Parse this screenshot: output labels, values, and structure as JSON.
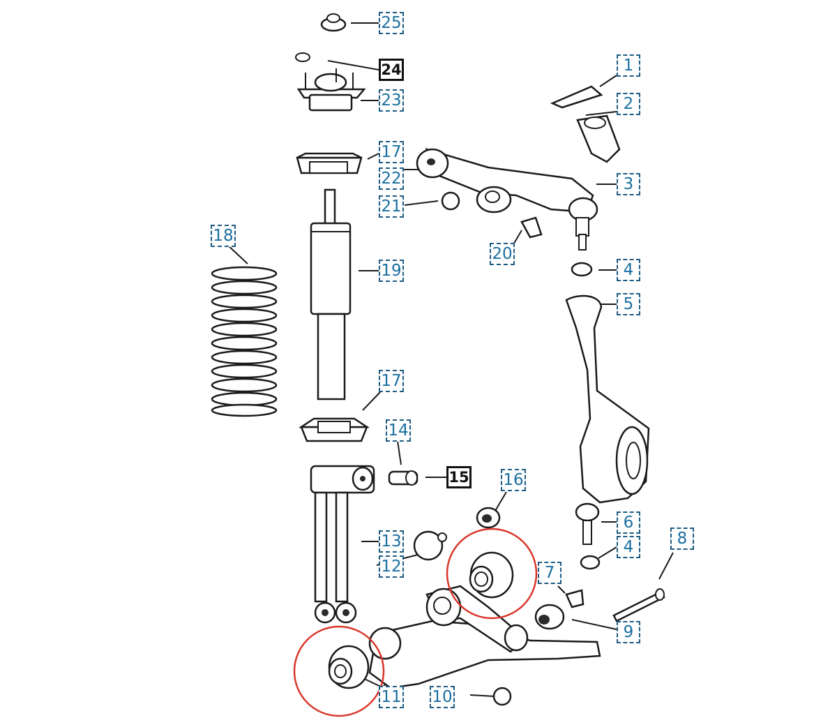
{
  "highlight_color": "#d9362a",
  "callout_color": "#1a6fa0",
  "callouts": [
    {
      "id": "1",
      "label": "1"
    },
    {
      "id": "2",
      "label": "2"
    },
    {
      "id": "3",
      "label": "3"
    },
    {
      "id": "4a",
      "label": "4"
    },
    {
      "id": "4b",
      "label": "4"
    },
    {
      "id": "5",
      "label": "5"
    },
    {
      "id": "6",
      "label": "6"
    },
    {
      "id": "7",
      "label": "7"
    },
    {
      "id": "8",
      "label": "8"
    },
    {
      "id": "9",
      "label": "9"
    },
    {
      "id": "10",
      "label": "10"
    },
    {
      "id": "11",
      "label": "11"
    },
    {
      "id": "12",
      "label": "12"
    },
    {
      "id": "13",
      "label": "13"
    },
    {
      "id": "14",
      "label": "14"
    },
    {
      "id": "15",
      "label": "15"
    },
    {
      "id": "16",
      "label": "16"
    },
    {
      "id": "17a",
      "label": "17"
    },
    {
      "id": "17b",
      "label": "17"
    },
    {
      "id": "18",
      "label": "18"
    },
    {
      "id": "19",
      "label": "19"
    },
    {
      "id": "20",
      "label": "20"
    },
    {
      "id": "21",
      "label": "21"
    },
    {
      "id": "22",
      "label": "22"
    },
    {
      "id": "23",
      "label": "23"
    },
    {
      "id": "24",
      "label": "24"
    },
    {
      "id": "25",
      "label": "25"
    }
  ]
}
